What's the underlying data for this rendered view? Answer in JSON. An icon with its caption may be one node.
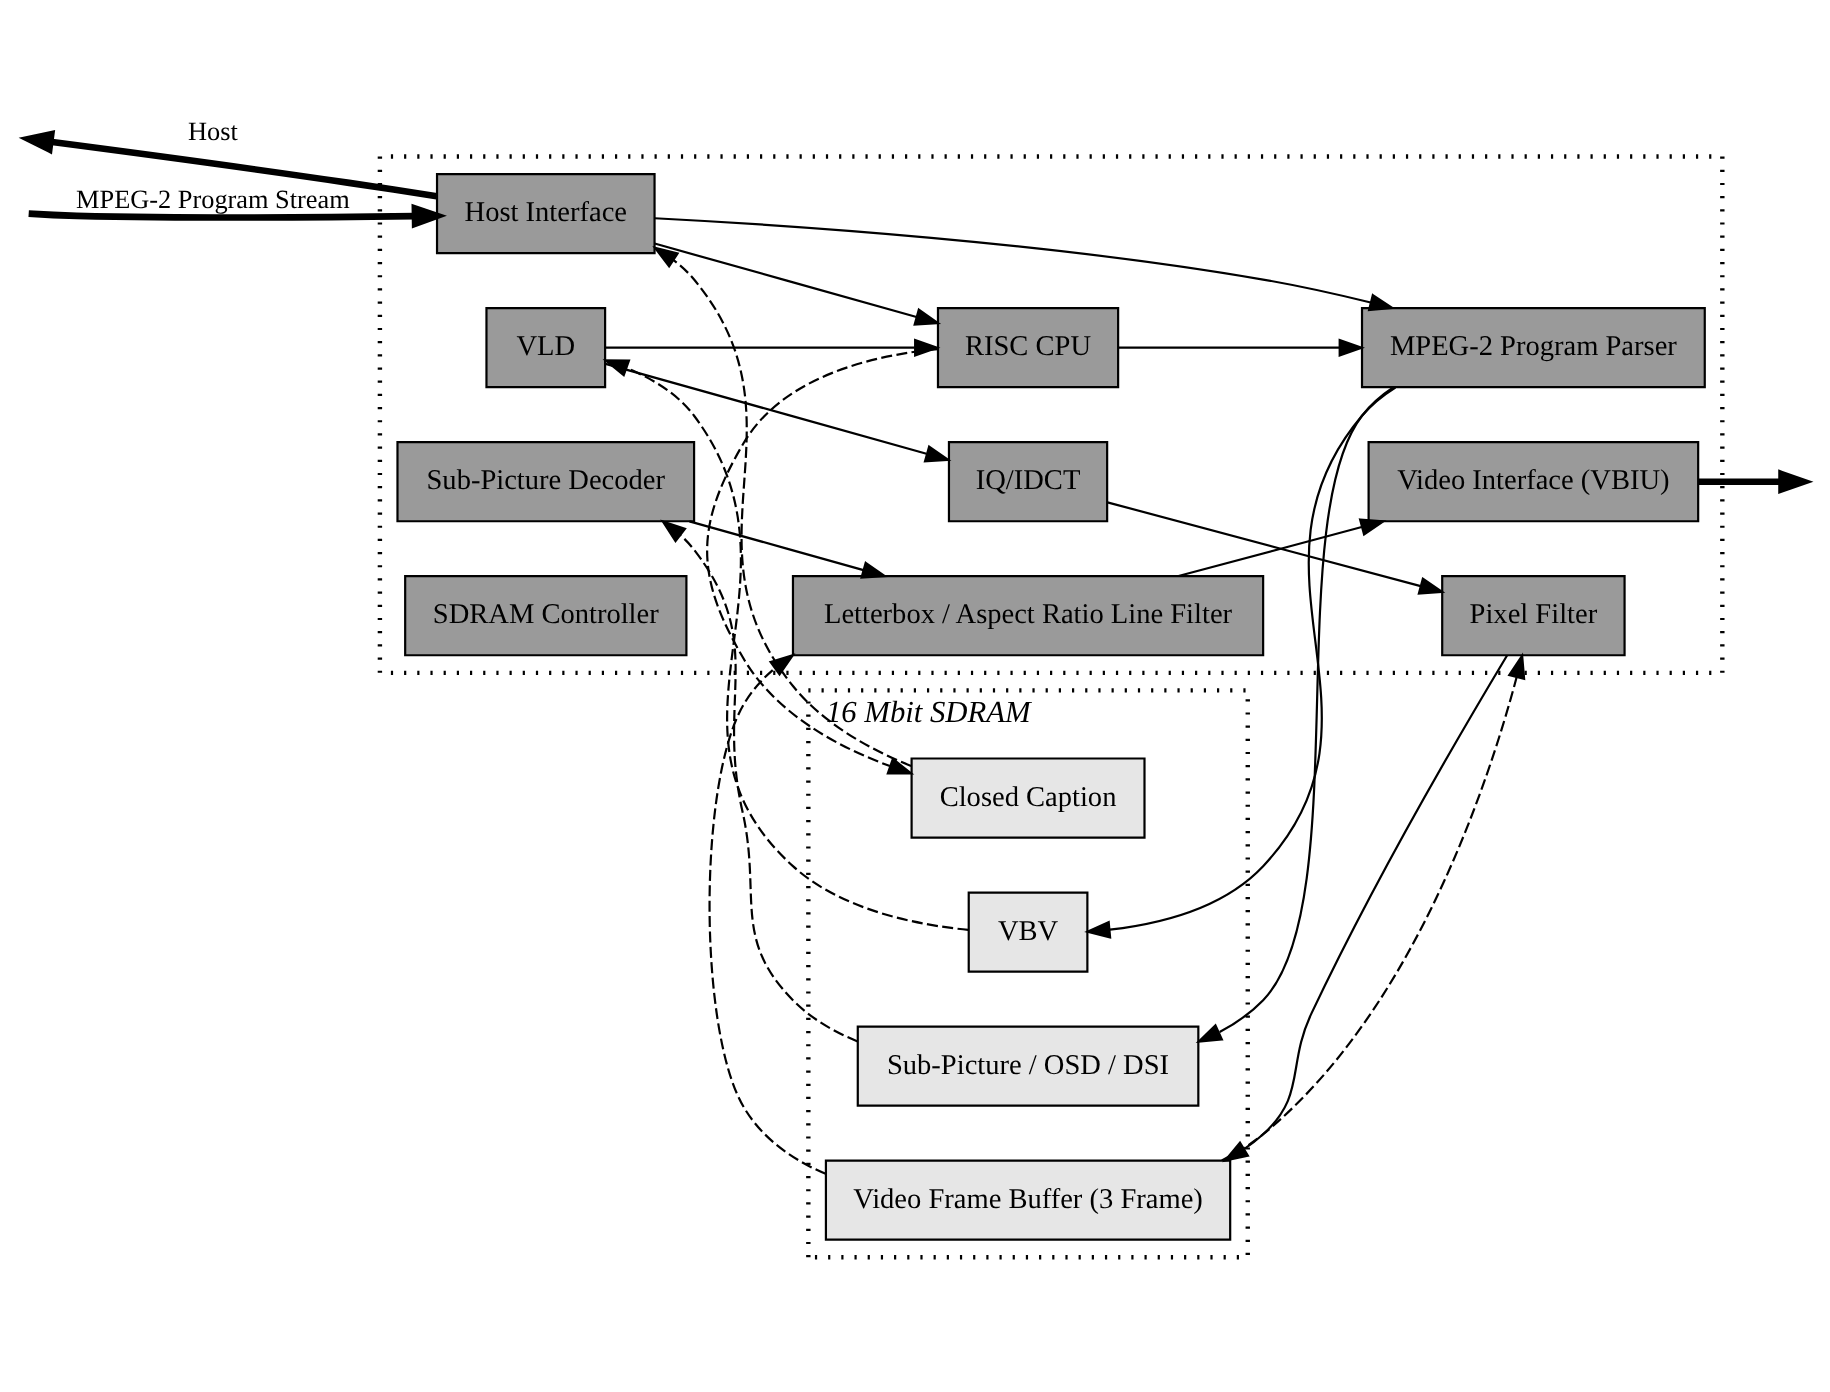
{
  "diagram": {
    "nodes": [
      {
        "text": [],
        "shape": "box"
      },
      {
        "text": [
          "Host Interface"
        ],
        "in": 0
      },
      {
        "text": [
          "VLD"
        ],
        "in": 0
      },
      {
        "text": [
          "IQ/IDCT"
        ],
        "in": 0
      },
      {
        "text": [
          "Pixel Filter"
        ],
        "in": 0
      },
      {
        "text": [
          "Video Interface (VBIU)"
        ],
        "in": 0
      },
      {
        "text": [
          "RISC CPU"
        ],
        "in": 0
      },
      {
        "text": [
          "Sub-Picture Decoder"
        ],
        "in": 0
      },
      {
        "text": [
          "MPEG-2 Program Parser"
        ],
        "in": 0
      },
      {
        "text": [
          "Letterbox / Aspect Ratio Line Filter"
        ],
        "in": 0
      },
      {
        "text": [
          "SDRAM Controller"
        ],
        "in": 0
      },
      {
        "text": [
          "16 Mbit SDRAM"
        ]
      },
      {
        "text": [
          "VBV"
        ],
        "in": 11
      },
      {
        "text": [
          "Closed Caption"
        ],
        "in": 11
      },
      {
        "text": [
          "Sub-Picture / OSD / DSI"
        ],
        "in": 11
      },
      {
        "text": [
          "Video Frame Buffer (3 Frame)"
        ],
        "in": 11
      }
    ],
    "edges": [
      {
        "from": 1,
        "to": null,
        "arrow": "to",
        "label": "Host",
        "style": "thick"
      },
      {
        "from": null,
        "to": 1,
        "arrow": "to",
        "label": "MPEG-2 Program Stream",
        "style": "thick"
      },
      {
        "from": 2,
        "to": 3,
        "arrow": "to"
      },
      {
        "from": 3,
        "to": 4,
        "arrow": "to"
      },
      {
        "from": 5,
        "to": null,
        "arrow": "to",
        "style": "thick"
      },
      {
        "from": 2,
        "to": 6,
        "arrow": "to"
      },
      {
        "from": 1,
        "to": 6,
        "arrow": "to"
      },
      {
        "from": 1,
        "to": 8,
        "arrow": "to"
      },
      {
        "from": 6,
        "to": 8,
        "arrow": "to"
      },
      {
        "from": 7,
        "to": 9,
        "arrow": "to"
      },
      {
        "from": 9,
        "to": 5,
        "arrow": "to"
      },
      {
        "from": 12,
        "to": 2,
        "arrow": "to",
        "style": "dashed"
      },
      {
        "from": 13,
        "to": 1,
        "arrow": "to",
        "style": "dashed"
      },
      {
        "from": 6,
        "to": 13,
        "arrow": "to",
        "style": "dashed"
      },
      {
        "from": 8,
        "to": 12,
        "arrow": "to"
      },
      {
        "from": 8,
        "to": 14,
        "arrow": "to"
      },
      {
        "from": 14,
        "to": 7,
        "arrow": "to",
        "style": "dashed"
      },
      {
        "from": 4,
        "to": 15,
        "arrow": "to"
      },
      {
        "from": 15,
        "to": 4,
        "arrow": "to",
        "style": "dashed"
      },
      {
        "from": 15,
        "to": 9,
        "arrow": "to",
        "style": "dashed"
      }
    ]
  }
}
